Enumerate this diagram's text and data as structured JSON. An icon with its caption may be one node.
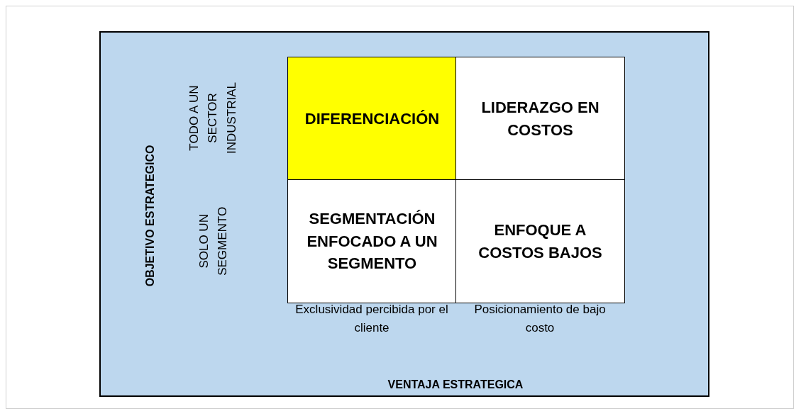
{
  "diagram": {
    "nodes": [
      {
        "text": [
          "DIFERENCIACIÓN"
        ]
      },
      {
        "text": [
          "LIDERAZGO EN COSTOS"
        ]
      },
      {
        "text": [
          "SEGMENTACIÓN ENFOCADO A UN SEGMENTO"
        ]
      },
      {
        "text": [
          "ENFOQUE A COSTOS BAJOS"
        ]
      }
    ],
    "labels": [
      "TODO A UN SECTOR INDUSTRIAL",
      "SOLO UN SEGMENTO",
      "OBJETIVO ESTRATEGICO",
      "Exclusividad percibida por el cliente",
      "Posicionamiento de bajo costo",
      "VENTAJA ESTRATEGICA"
    ]
  }
}
